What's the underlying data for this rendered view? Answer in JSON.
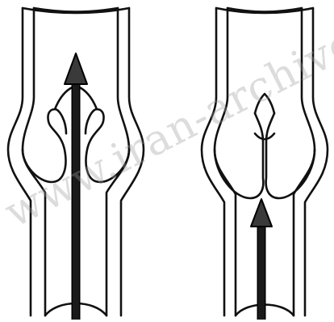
{
  "watermark": {
    "text": "www.iran-archive"
  },
  "panels": [
    {
      "state": "open",
      "flow": "full"
    },
    {
      "state": "closed",
      "flow": "blocked"
    }
  ],
  "colors": {
    "outline": "#111111",
    "arrow": "#3a3a3a",
    "watermark": "#9a9a9a"
  }
}
